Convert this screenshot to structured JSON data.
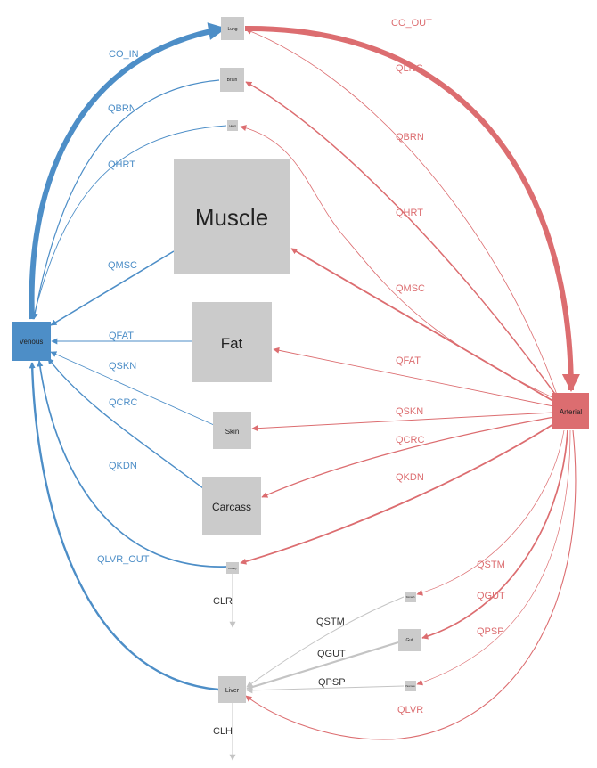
{
  "colors": {
    "venous": "#4d8ec7",
    "arterial": "#dc6d70",
    "organ": "#cbcbcb",
    "gray_edge": "#c4c4c4",
    "gray_label": "#333333"
  },
  "nodes": {
    "lung": "Lung",
    "brain": "Brain",
    "heart": "Heart",
    "muscle": "Muscle",
    "fat": "Fat",
    "skin": "Skin",
    "carcass": "Carcass",
    "kidney": "Kidney",
    "stomach": "Stomach",
    "gut": "Gut",
    "pancreas": "Pancreas",
    "liver": "Liver",
    "venous": "Venous",
    "arterial": "Arterial"
  },
  "flows_venous": {
    "co_in": "CO_IN",
    "qbrn": "QBRN",
    "qhrt": "QHRT",
    "qmsc": "QMSC",
    "qfat": "QFAT",
    "qskn": "QSKN",
    "qcrc": "QCRC",
    "qkdn": "QKDN",
    "qlvr_out": "QLVR_OUT"
  },
  "flows_arterial": {
    "co_out": "CO_OUT",
    "qlng": "QLNG",
    "qbrn": "QBRN",
    "qhrt": "QHRT",
    "qmsc": "QMSC",
    "qfat": "QFAT",
    "qskn": "QSKN",
    "qcrc": "QCRC",
    "qkdn": "QKDN",
    "qstm": "QSTM",
    "qgut": "QGUT",
    "qpsp": "QPSP",
    "qlvr": "QLVR"
  },
  "flows_portal": {
    "qstm": "QSTM",
    "qgut": "QGUT",
    "qpsp": "QPSP"
  },
  "clearance": {
    "clr": "CLR",
    "clh": "CLH"
  }
}
